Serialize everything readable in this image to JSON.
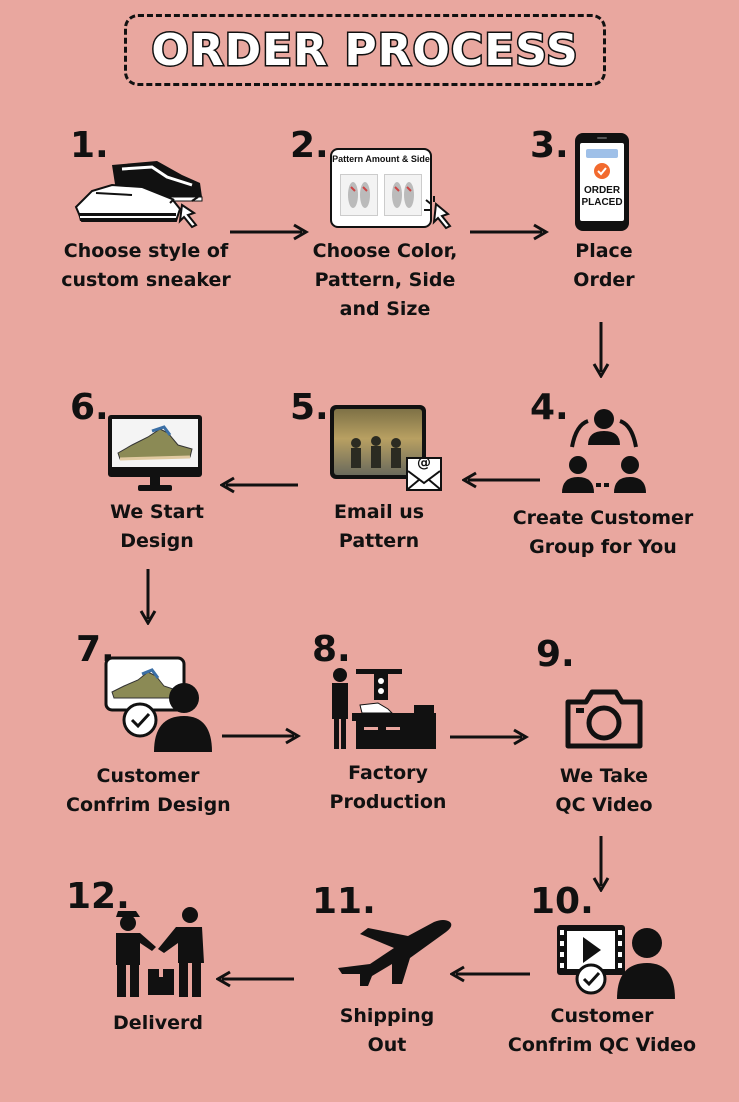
{
  "title": "ORDER PROCESS",
  "steps": [
    {
      "num": "1.",
      "lines": [
        "Choose style of",
        "custom sneaker"
      ]
    },
    {
      "num": "2.",
      "lines": [
        "Choose Color,",
        "Pattern, Side",
        "and Size"
      ],
      "card_title": "Pattern Amount & Side"
    },
    {
      "num": "3.",
      "lines": [
        "Place",
        "Order"
      ],
      "phone_lines": [
        "ORDER",
        "PLACED"
      ]
    },
    {
      "num": "4.",
      "lines": [
        "Create Customer",
        "Group for You"
      ]
    },
    {
      "num": "5.",
      "lines": [
        "Email us",
        "Pattern"
      ],
      "envelope_symbol": "@"
    },
    {
      "num": "6.",
      "lines": [
        "We Start",
        "Design"
      ]
    },
    {
      "num": "7.",
      "lines": [
        "Customer",
        "Confrim Design"
      ]
    },
    {
      "num": "8.",
      "lines": [
        "Factory",
        "Production"
      ]
    },
    {
      "num": "9.",
      "lines": [
        "We Take",
        "QC Video"
      ]
    },
    {
      "num": "10.",
      "lines": [
        "Customer",
        "Confrim QC Video"
      ]
    },
    {
      "num": "11.",
      "lines": [
        "Shipping",
        "Out"
      ]
    },
    {
      "num": "12.",
      "lines": [
        "Deliverd"
      ]
    }
  ],
  "colors": {
    "background": "#e9a79f",
    "ink": "#111111",
    "accent": "#f26a2e"
  },
  "icons": [
    "sneaker-icon",
    "pattern-card-icon",
    "phone-order-icon",
    "customer-group-icon",
    "email-pattern-icon",
    "monitor-design-icon",
    "customer-confirm-icon",
    "factory-icon",
    "camera-icon",
    "video-confirm-icon",
    "airplane-icon",
    "delivery-handshake-icon"
  ]
}
